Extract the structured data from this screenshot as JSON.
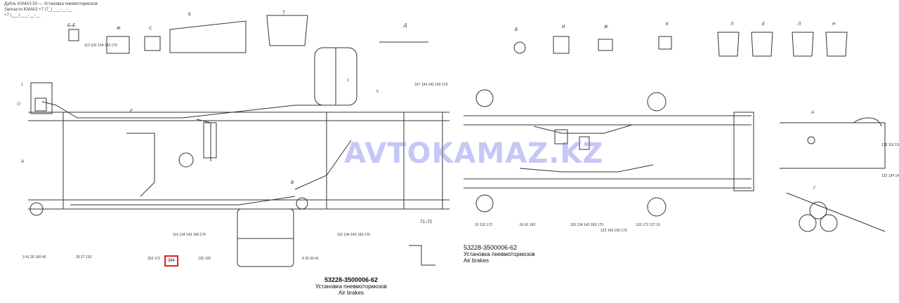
{
  "header": {
    "line1": "Дубль КАМАЗ 53 — Установка пневмотормозов",
    "line2": "Запчасти КАМАЗ +7 (7_) ___-__-__",
    "line3": "+7 (___) ___-__-__"
  },
  "watermark": "AVTOKAMAZ.KZ",
  "left_caption": {
    "code": "53228-3500006-62",
    "ru": "Установка пневмотормозов",
    "en": "Air brakes"
  },
  "right_caption": {
    "code": "53228-3500006-62",
    "ru": "Установка пневмотормозов",
    "en": "Air brakes"
  },
  "highlighted_part": "364",
  "colors": {
    "line": "#333333",
    "highlight": "#e02020",
    "watermark": "#7878eb"
  }
}
